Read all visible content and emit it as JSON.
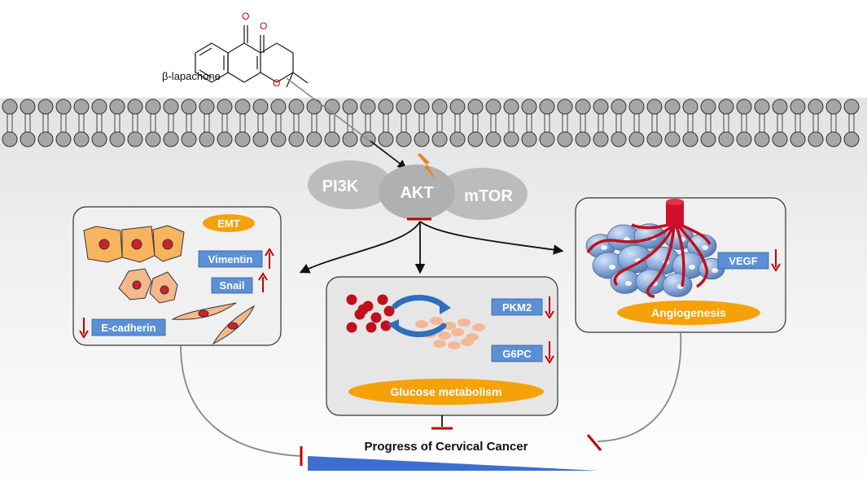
{
  "drug": {
    "name": "β-lapachone"
  },
  "complex": {
    "pi3k": "PI3K",
    "akt": "AKT",
    "mtor": "mTOR"
  },
  "emt": {
    "title": "EMT",
    "markers": [
      {
        "label": "Vimentin",
        "direction": "up"
      },
      {
        "label": "Snail",
        "direction": "up"
      },
      {
        "label": "E-cadherin",
        "direction": "down"
      }
    ]
  },
  "glucose": {
    "title": "Glucose metabolism",
    "markers": [
      {
        "label": "PKM2",
        "direction": "down"
      },
      {
        "label": "G6PC",
        "direction": "down"
      }
    ]
  },
  "angio": {
    "title": "Angiogenesis",
    "markers": [
      {
        "label": "VEGF",
        "direction": "down"
      }
    ]
  },
  "outcome": {
    "label": "Progress of Cervical Cancer"
  },
  "colors": {
    "marker_box": "#5b8fd6",
    "up_arrow": "#c00000",
    "inhibit": "#c00000",
    "pill": "#f5a20a",
    "cell": "#f7b35e",
    "nucleus": "#d02030",
    "lipid_head": "#a6a6a6",
    "triangle": "#3d6fd0"
  }
}
